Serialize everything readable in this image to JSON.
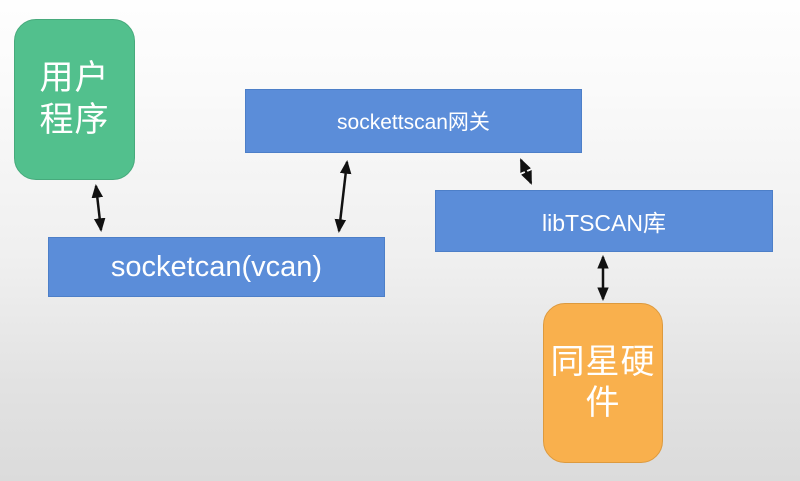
{
  "diagram": {
    "title": "socketcan / TSCAN software stack diagram",
    "nodes": {
      "user_program": {
        "label": "用户\n程序",
        "shape": "rounded-rect",
        "color": "#52c08d"
      },
      "gateway": {
        "label": "sockettscan网关",
        "shape": "rect",
        "color": "#5b8dd9"
      },
      "socketcan": {
        "label": "socketcan(vcan)",
        "shape": "rect",
        "color": "#5b8dd9"
      },
      "libtscan": {
        "label": "libTSCAN库",
        "shape": "rect",
        "color": "#5b8dd9"
      },
      "hardware": {
        "label": "同星硬件",
        "shape": "rounded-rect",
        "color": "#f9b04d"
      }
    },
    "edges": [
      {
        "from": "user_program",
        "to": "socketcan",
        "style": "double-arrow"
      },
      {
        "from": "gateway",
        "to": "socketcan",
        "style": "double-arrow"
      },
      {
        "from": "gateway",
        "to": "libtscan",
        "style": "double-arrow"
      },
      {
        "from": "libtscan",
        "to": "hardware",
        "style": "double-arrow"
      }
    ],
    "colors": {
      "arrow": "#111111",
      "text": "#ffffff",
      "background_top": "#fefefe",
      "background_bottom": "#dbdbdb"
    }
  }
}
